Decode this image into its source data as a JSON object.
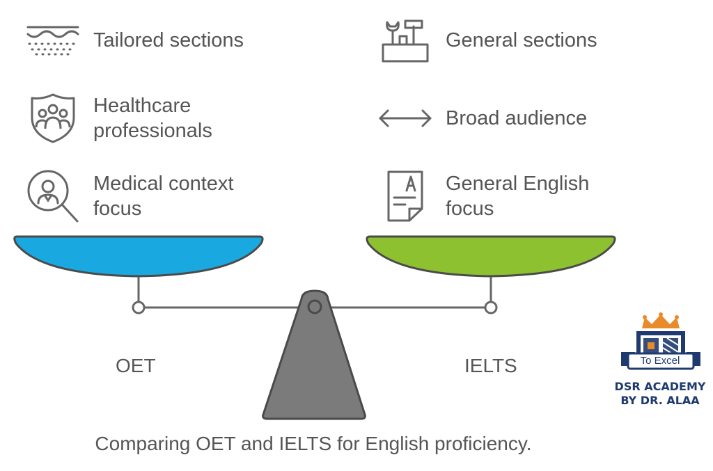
{
  "left_items": [
    {
      "icon": "wavy-layers-icon",
      "label": "Tailored sections"
    },
    {
      "icon": "healthcare-shield-icon",
      "label": "Healthcare professionals"
    },
    {
      "icon": "person-magnifier-icon",
      "label": "Medical context focus"
    }
  ],
  "right_items": [
    {
      "icon": "toolbox-icon",
      "label": "General sections"
    },
    {
      "icon": "double-arrow-icon",
      "label": "Broad audience"
    },
    {
      "icon": "document-a-icon",
      "label": "General English focus"
    }
  ],
  "left_pan": {
    "label": "OET",
    "color": "#19a8e0"
  },
  "right_pan": {
    "label": "IELTS",
    "color": "#8dc12f"
  },
  "caption": "Comparing OET and IELTS for English proficiency.",
  "logo": {
    "banner": "To Excel",
    "line1": "DSR ACADEMY",
    "line2": "BY DR. ALAA",
    "colors": {
      "navy": "#1e3a6e",
      "orange": "#e98a2b"
    }
  }
}
